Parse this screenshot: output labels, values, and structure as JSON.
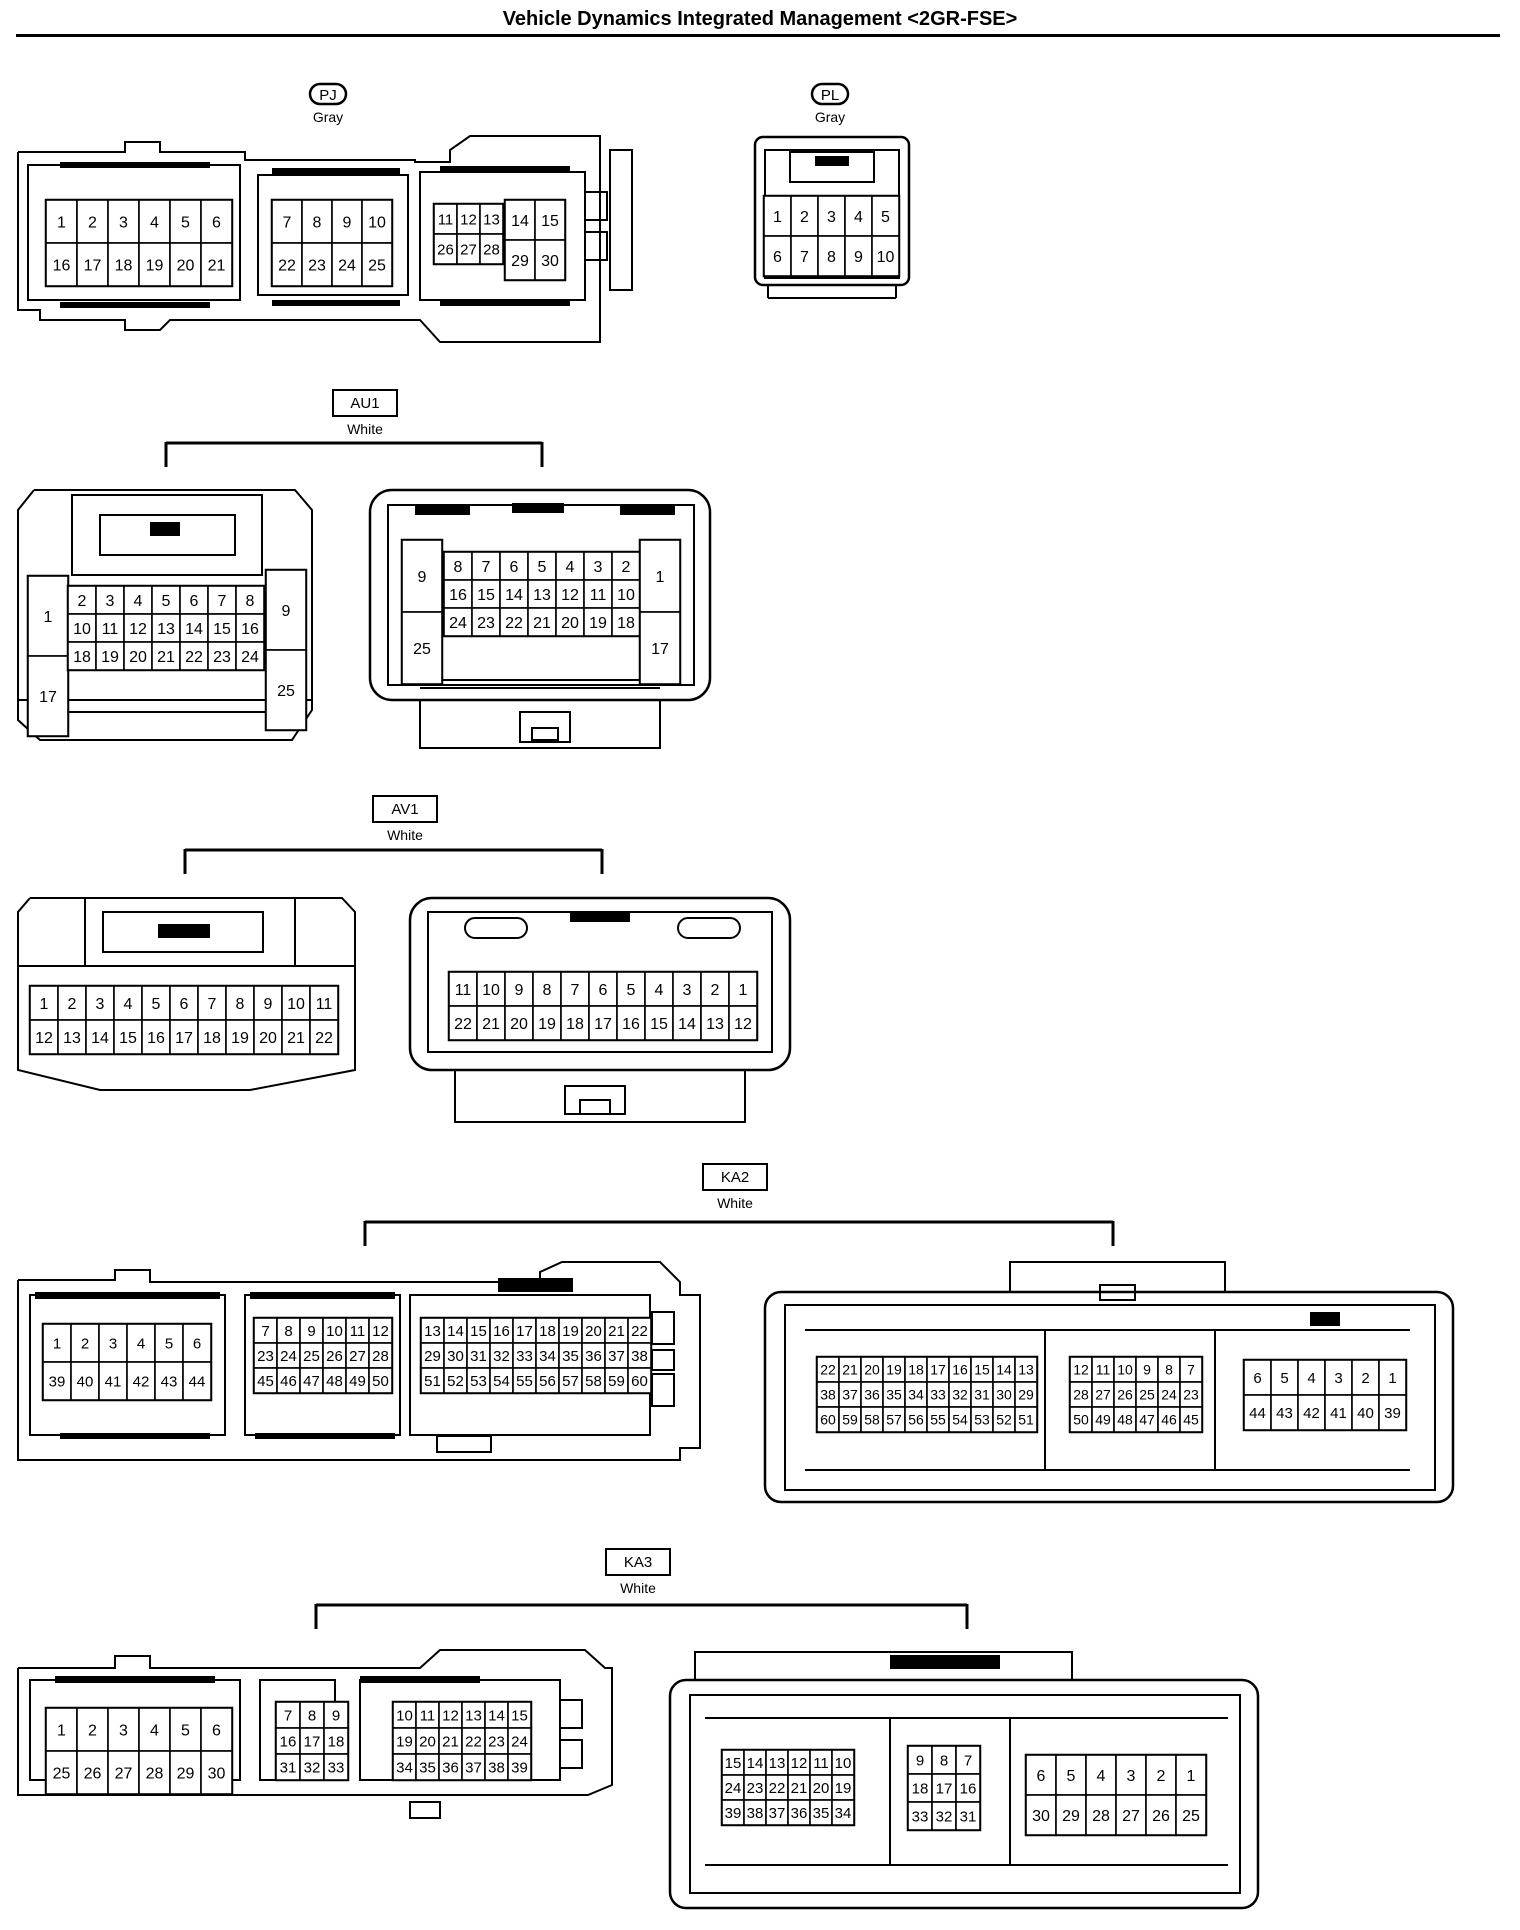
{
  "title": "Vehicle Dynamics Integrated Management <2GR-FSE>",
  "connectors": [
    {
      "code": "PJ",
      "color": "Gray",
      "views": [
        {
          "grids": [
            {
              "rows": [
                [
                  "1",
                  "2",
                  "3",
                  "4",
                  "5",
                  "6"
                ],
                [
                  "16",
                  "17",
                  "18",
                  "19",
                  "20",
                  "21"
                ]
              ]
            },
            {
              "rows": [
                [
                  "7",
                  "8",
                  "9",
                  "10"
                ],
                [
                  "22",
                  "23",
                  "24",
                  "25"
                ]
              ]
            },
            {
              "rows": [
                [
                  "11",
                  "12",
                  "13"
                ],
                [
                  "26",
                  "27",
                  "28"
                ]
              ]
            },
            {
              "rows": [
                [
                  "14",
                  "15"
                ],
                [
                  "29",
                  "30"
                ]
              ]
            }
          ]
        }
      ]
    },
    {
      "code": "PL",
      "color": "Gray",
      "views": [
        {
          "grids": [
            {
              "rows": [
                [
                  "1",
                  "2",
                  "3",
                  "4",
                  "5"
                ],
                [
                  "6",
                  "7",
                  "8",
                  "9",
                  "10"
                ]
              ]
            }
          ]
        }
      ]
    },
    {
      "code": "AU1",
      "color": "White",
      "views": [
        {
          "grids": [
            {
              "rows": [
                [
                  "1"
                ],
                [
                  "17"
                ]
              ]
            },
            {
              "rows": [
                [
                  "2",
                  "3",
                  "4",
                  "5",
                  "6",
                  "7",
                  "8"
                ],
                [
                  "10",
                  "11",
                  "12",
                  "13",
                  "14",
                  "15",
                  "16"
                ],
                [
                  "18",
                  "19",
                  "20",
                  "21",
                  "22",
                  "23",
                  "24"
                ]
              ]
            },
            {
              "rows": [
                [
                  "9"
                ],
                [
                  "25"
                ]
              ]
            }
          ]
        },
        {
          "grids": [
            {
              "rows": [
                [
                  "9"
                ],
                [
                  "25"
                ]
              ]
            },
            {
              "rows": [
                [
                  "8",
                  "7",
                  "6",
                  "5",
                  "4",
                  "3",
                  "2"
                ],
                [
                  "16",
                  "15",
                  "14",
                  "13",
                  "12",
                  "11",
                  "10"
                ],
                [
                  "24",
                  "23",
                  "22",
                  "21",
                  "20",
                  "19",
                  "18"
                ]
              ]
            },
            {
              "rows": [
                [
                  "1"
                ],
                [
                  "17"
                ]
              ]
            }
          ]
        }
      ]
    },
    {
      "code": "AV1",
      "color": "White",
      "views": [
        {
          "grids": [
            {
              "rows": [
                [
                  "1",
                  "2",
                  "3",
                  "4",
                  "5",
                  "6",
                  "7",
                  "8",
                  "9",
                  "10",
                  "11"
                ],
                [
                  "12",
                  "13",
                  "14",
                  "15",
                  "16",
                  "17",
                  "18",
                  "19",
                  "20",
                  "21",
                  "22"
                ]
              ]
            }
          ]
        },
        {
          "grids": [
            {
              "rows": [
                [
                  "11",
                  "10",
                  "9",
                  "8",
                  "7",
                  "6",
                  "5",
                  "4",
                  "3",
                  "2",
                  "1"
                ],
                [
                  "22",
                  "21",
                  "20",
                  "19",
                  "18",
                  "17",
                  "16",
                  "15",
                  "14",
                  "13",
                  "12"
                ]
              ]
            }
          ]
        }
      ]
    },
    {
      "code": "KA2",
      "color": "White",
      "views": [
        {
          "grids": [
            {
              "rows": [
                [
                  "1",
                  "2",
                  "3",
                  "4",
                  "5",
                  "6"
                ],
                [
                  "39",
                  "40",
                  "41",
                  "42",
                  "43",
                  "44"
                ]
              ]
            },
            {
              "rows": [
                [
                  "7",
                  "8",
                  "9",
                  "10",
                  "11",
                  "12"
                ],
                [
                  "23",
                  "24",
                  "25",
                  "26",
                  "27",
                  "28"
                ],
                [
                  "45",
                  "46",
                  "47",
                  "48",
                  "49",
                  "50"
                ]
              ]
            },
            {
              "rows": [
                [
                  "13",
                  "14",
                  "15",
                  "16",
                  "17",
                  "18",
                  "19",
                  "20",
                  "21",
                  "22"
                ],
                [
                  "29",
                  "30",
                  "31",
                  "32",
                  "33",
                  "34",
                  "35",
                  "36",
                  "37",
                  "38"
                ],
                [
                  "51",
                  "52",
                  "53",
                  "54",
                  "55",
                  "56",
                  "57",
                  "58",
                  "59",
                  "60"
                ]
              ]
            }
          ]
        },
        {
          "grids": [
            {
              "rows": [
                [
                  "22",
                  "21",
                  "20",
                  "19",
                  "18",
                  "17",
                  "16",
                  "15",
                  "14",
                  "13"
                ],
                [
                  "38",
                  "37",
                  "36",
                  "35",
                  "34",
                  "33",
                  "32",
                  "31",
                  "30",
                  "29"
                ],
                [
                  "60",
                  "59",
                  "58",
                  "57",
                  "56",
                  "55",
                  "54",
                  "53",
                  "52",
                  "51"
                ]
              ]
            },
            {
              "rows": [
                [
                  "12",
                  "11",
                  "10",
                  "9",
                  "8",
                  "7"
                ],
                [
                  "28",
                  "27",
                  "26",
                  "25",
                  "24",
                  "23"
                ],
                [
                  "50",
                  "49",
                  "48",
                  "47",
                  "46",
                  "45"
                ]
              ]
            },
            {
              "rows": [
                [
                  "6",
                  "5",
                  "4",
                  "3",
                  "2",
                  "1"
                ],
                [
                  "44",
                  "43",
                  "42",
                  "41",
                  "40",
                  "39"
                ]
              ]
            }
          ]
        }
      ]
    },
    {
      "code": "KA3",
      "color": "White",
      "views": [
        {
          "grids": [
            {
              "rows": [
                [
                  "1",
                  "2",
                  "3",
                  "4",
                  "5",
                  "6"
                ],
                [
                  "25",
                  "26",
                  "27",
                  "28",
                  "29",
                  "30"
                ]
              ]
            },
            {
              "rows": [
                [
                  "7",
                  "8",
                  "9"
                ],
                [
                  "16",
                  "17",
                  "18"
                ],
                [
                  "31",
                  "32",
                  "33"
                ]
              ]
            },
            {
              "rows": [
                [
                  "10",
                  "11",
                  "12",
                  "13",
                  "14",
                  "15"
                ],
                [
                  "19",
                  "20",
                  "21",
                  "22",
                  "23",
                  "24"
                ],
                [
                  "34",
                  "35",
                  "36",
                  "37",
                  "38",
                  "39"
                ]
              ]
            }
          ]
        },
        {
          "grids": [
            {
              "rows": [
                [
                  "15",
                  "14",
                  "13",
                  "12",
                  "11",
                  "10"
                ],
                [
                  "24",
                  "23",
                  "22",
                  "21",
                  "20",
                  "19"
                ],
                [
                  "39",
                  "38",
                  "37",
                  "36",
                  "35",
                  "34"
                ]
              ]
            },
            {
              "rows": [
                [
                  "9",
                  "8",
                  "7"
                ],
                [
                  "18",
                  "17",
                  "16"
                ],
                [
                  "33",
                  "32",
                  "31"
                ]
              ]
            },
            {
              "rows": [
                [
                  "6",
                  "5",
                  "4",
                  "3",
                  "2",
                  "1"
                ],
                [
                  "30",
                  "29",
                  "28",
                  "27",
                  "26",
                  "25"
                ]
              ]
            }
          ]
        }
      ]
    }
  ]
}
